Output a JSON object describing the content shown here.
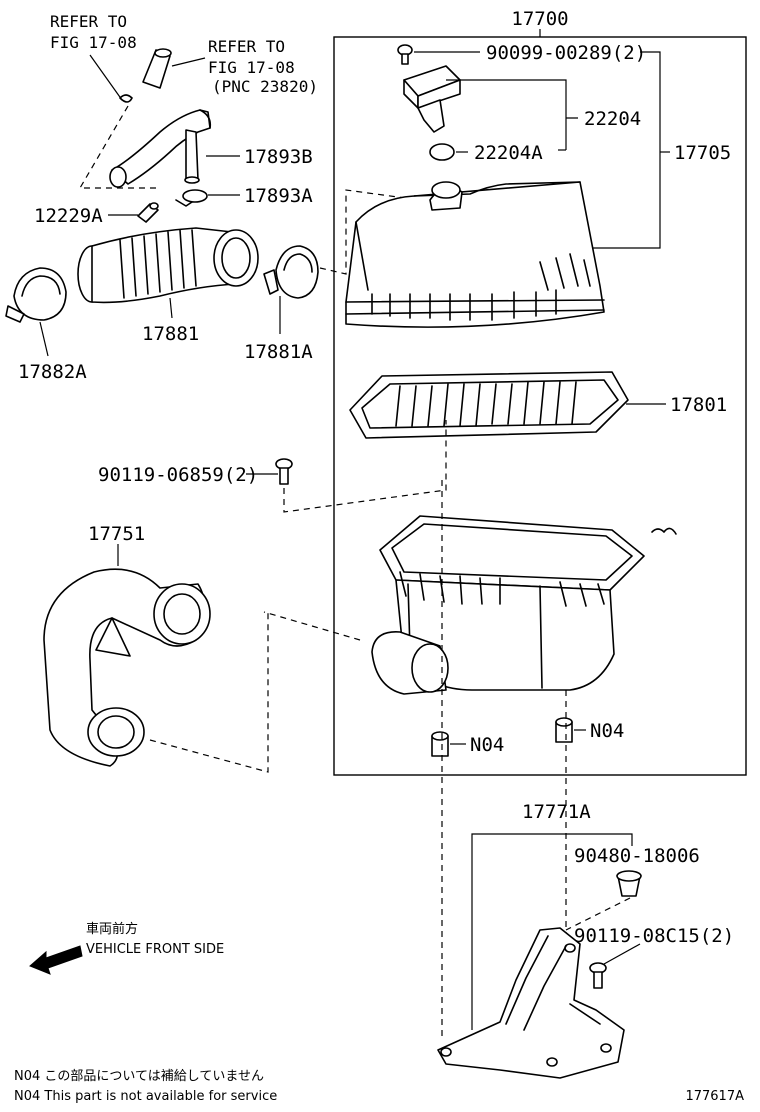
{
  "assembly": {
    "main_ref": "17700",
    "sub_ref": "17705"
  },
  "refs": {
    "refer_to_1": "REFER TO",
    "fig_1": "FIG 17-08",
    "refer_to_2": "REFER TO",
    "fig_2": "FIG 17-08",
    "pnc_2": "(PNC 23820)"
  },
  "parts": {
    "p_90099": "90099-00289(2)",
    "p_22204": "22204",
    "p_22204A": "22204A",
    "p_17893B": "17893B",
    "p_17893A": "17893A",
    "p_12229A": "12229A",
    "p_17881": "17881",
    "p_17881A": "17881A",
    "p_17882A": "17882A",
    "p_17801": "17801",
    "p_90119_06859": "90119-06859(2)",
    "p_17751": "17751",
    "p_N04_left": "N04",
    "p_N04_right": "N04",
    "p_17771A": "17771A",
    "p_90480": "90480-18006",
    "p_90119_08C15": "90119-08C15(2)"
  },
  "direction": {
    "jp": "車両前方",
    "en": "VEHICLE FRONT SIDE",
    "arrow_icon": "arrow-left-icon"
  },
  "notes": {
    "jp": "N04  この部品については補給していません",
    "en": "N04  This part is not available for service"
  },
  "figure_id": "177617A",
  "colors": {
    "ink": "#000000",
    "paper": "#ffffff"
  }
}
